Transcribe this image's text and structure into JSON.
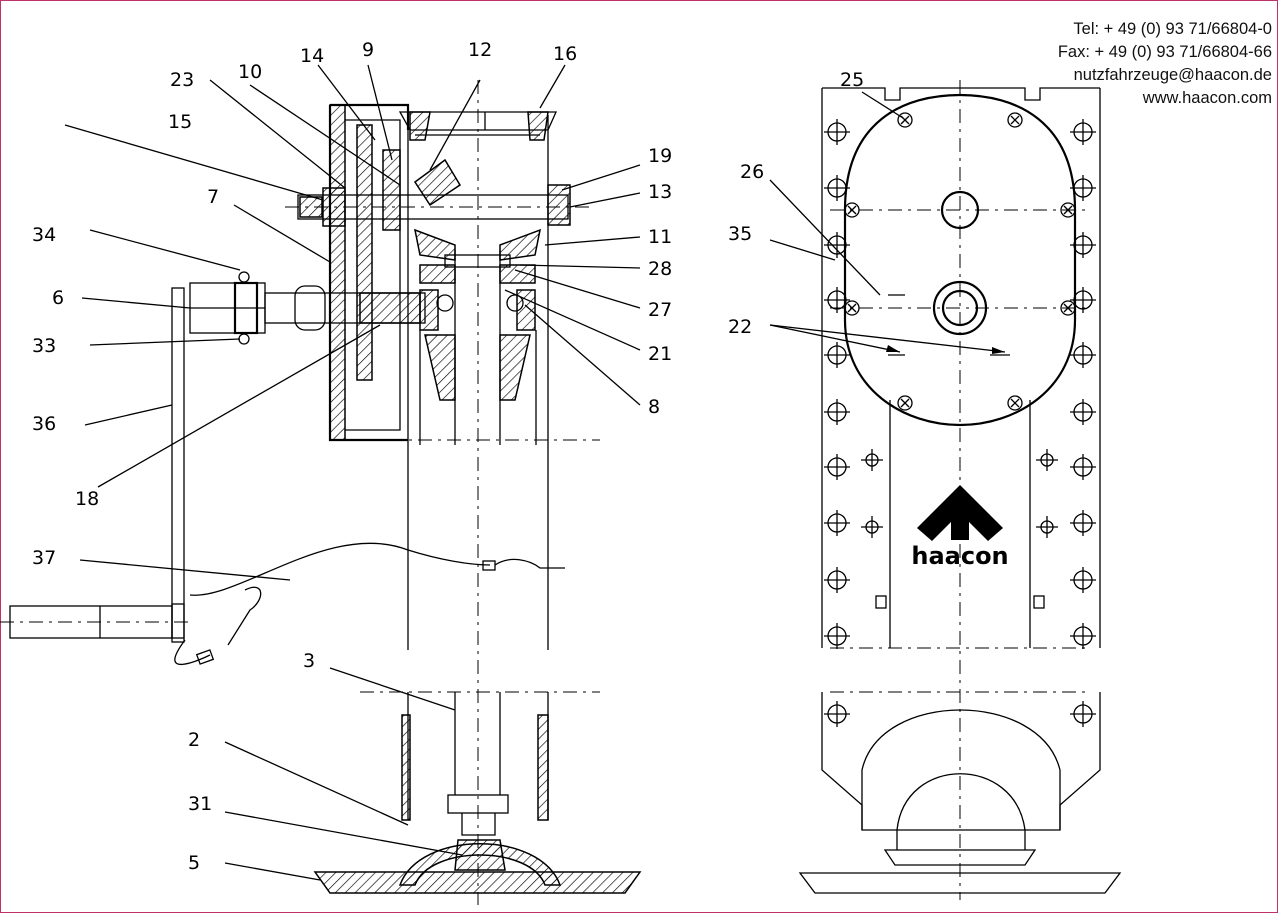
{
  "contact": {
    "tel": "Tel: + 49 (0) 93 71/66804-0",
    "fax": "Fax: + 49 (0) 93 71/66804-66",
    "email": "nutzfahrzeuge@haacon.de",
    "web": "www.haacon.com"
  },
  "logo_text": "haacon",
  "colors": {
    "frame": "#c0336a",
    "ink": "#000000"
  },
  "part_labels": {
    "p2": "2",
    "p3": "3",
    "p5": "5",
    "p6": "6",
    "p7": "7",
    "p8": "8",
    "p9": "9",
    "p10": "10",
    "p11": "11",
    "p12": "12",
    "p13": "13",
    "p14": "14",
    "p15": "15",
    "p16": "16",
    "p18": "18",
    "p19": "19",
    "p21": "21",
    "p22": "22",
    "p23": "23",
    "p25": "25",
    "p26": "26",
    "p27": "27",
    "p28": "28",
    "p31": "31",
    "p33": "33",
    "p34": "34",
    "p35": "35",
    "p36": "36",
    "p37": "37"
  }
}
